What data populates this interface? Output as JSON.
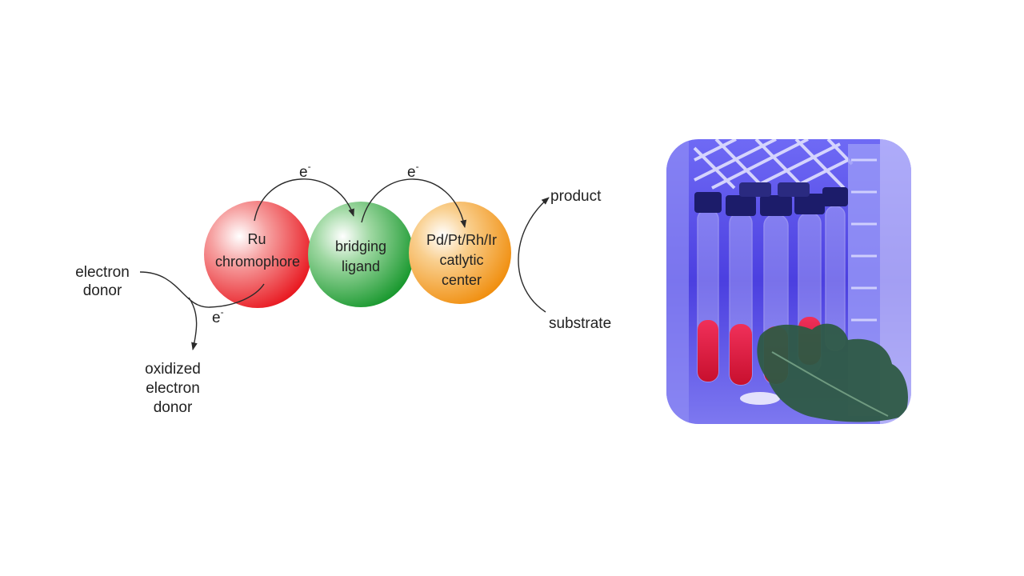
{
  "diagram": {
    "electron_label": "e",
    "superscript_minus": "-",
    "circles": [
      {
        "lines": [
          "Ru",
          "chromophore"
        ],
        "color": "#e8141c"
      },
      {
        "lines": [
          "bridging",
          "ligand"
        ],
        "color": "#1a9a2c"
      },
      {
        "lines": [
          "Pd/Pt/Rh/Ir",
          "catlytic",
          "center"
        ],
        "color": "#f08c0a"
      }
    ],
    "donor": [
      "electron",
      "donor"
    ],
    "oxidized_donor": [
      "oxidized",
      "electron",
      "donor"
    ],
    "product": "product",
    "substrate": "substrate"
  },
  "photo": {
    "subject": "test-tubes-under-blue-light-with-leaf",
    "colors": {
      "light": "#5a4cf0",
      "liquid": "#e8203a",
      "leaf": "#2e5a44"
    }
  }
}
